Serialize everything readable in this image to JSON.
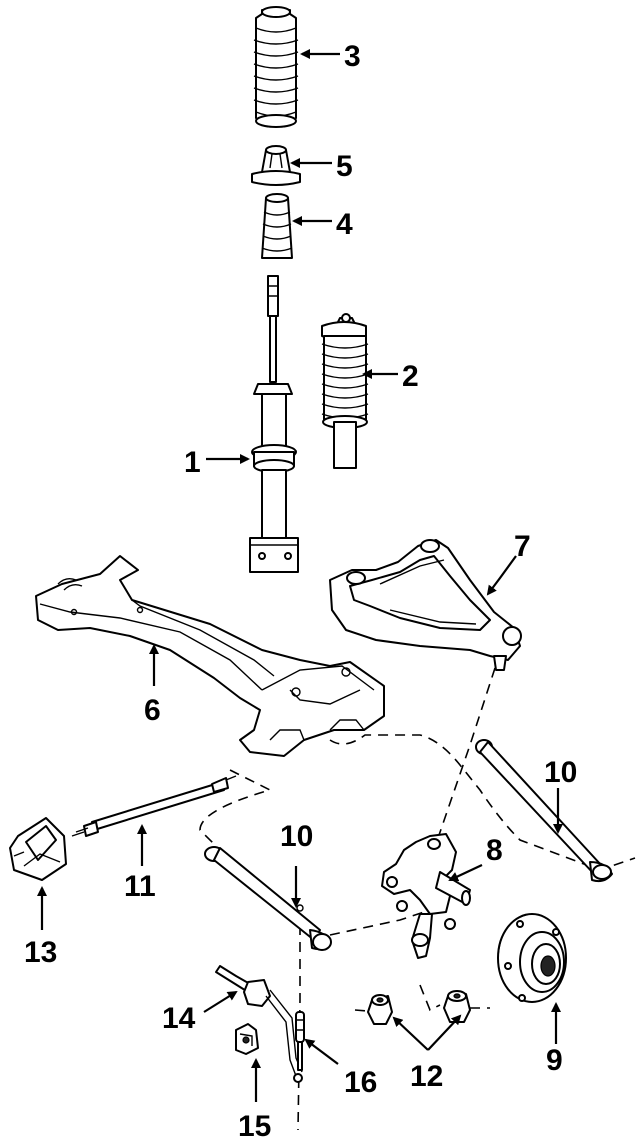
{
  "diagram": {
    "callouts": [
      {
        "id": "c3",
        "text": "3"
      },
      {
        "id": "c5",
        "text": "5"
      },
      {
        "id": "c4",
        "text": "4"
      },
      {
        "id": "c2",
        "text": "2"
      },
      {
        "id": "c1",
        "text": "1"
      },
      {
        "id": "c7",
        "text": "7"
      },
      {
        "id": "c6",
        "text": "6"
      },
      {
        "id": "c10a",
        "text": "10"
      },
      {
        "id": "c10b",
        "text": "10"
      },
      {
        "id": "c8",
        "text": "8"
      },
      {
        "id": "c11",
        "text": "11"
      },
      {
        "id": "c13",
        "text": "13"
      },
      {
        "id": "c14",
        "text": "14"
      },
      {
        "id": "c9",
        "text": "9"
      },
      {
        "id": "c12",
        "text": "12"
      },
      {
        "id": "c16",
        "text": "16"
      },
      {
        "id": "c15",
        "text": "15"
      }
    ]
  }
}
